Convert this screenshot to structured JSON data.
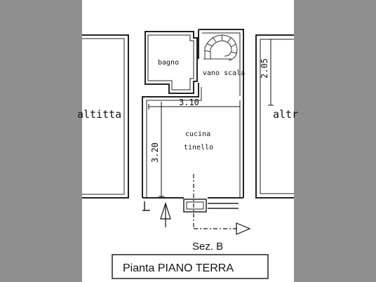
{
  "labels": {
    "left_unit": "altitta",
    "right_unit": "altr",
    "bathroom": "bagno",
    "stairwell": "vano scala",
    "kitchen_line1": "cucina",
    "kitchen_line2": "tinello",
    "width_dim": "3.10",
    "height_dim": "3.20",
    "stair_dim": "2.05",
    "section_mark": "Sez. B",
    "plan_title": "Pianta PIANO TERRA"
  }
}
